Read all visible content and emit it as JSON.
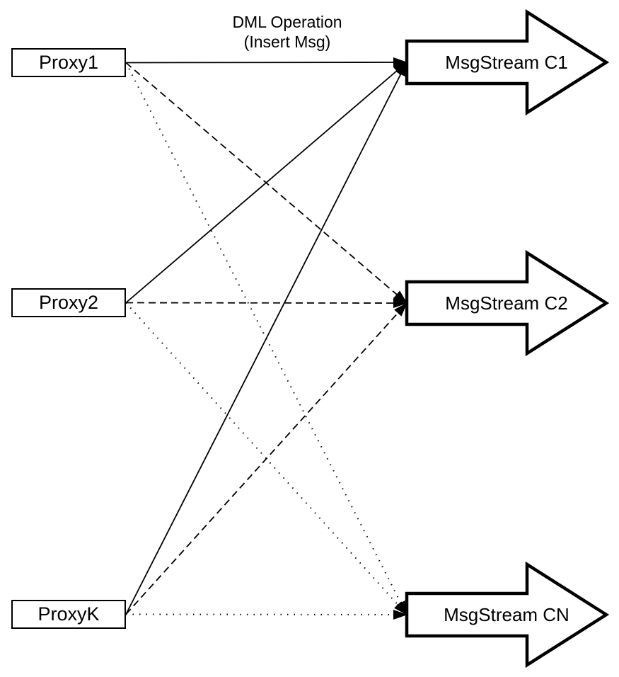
{
  "diagram": {
    "title_label": {
      "line1": "DML Operation",
      "line2": "(Insert Msg)"
    },
    "proxies": [
      {
        "id": "proxy1",
        "label": "Proxy1"
      },
      {
        "id": "proxy2",
        "label": "Proxy2"
      },
      {
        "id": "proxyk",
        "label": "ProxyK"
      }
    ],
    "streams": [
      {
        "id": "c1",
        "label": "MsgStream C1",
        "connector_style": "solid"
      },
      {
        "id": "c2",
        "label": "MsgStream C2",
        "connector_style": "dashed"
      },
      {
        "id": "cn",
        "label": "MsgStream CN",
        "connector_style": "dotted"
      }
    ],
    "colors": {
      "stroke": "#000000",
      "fill": "#ffffff"
    }
  }
}
